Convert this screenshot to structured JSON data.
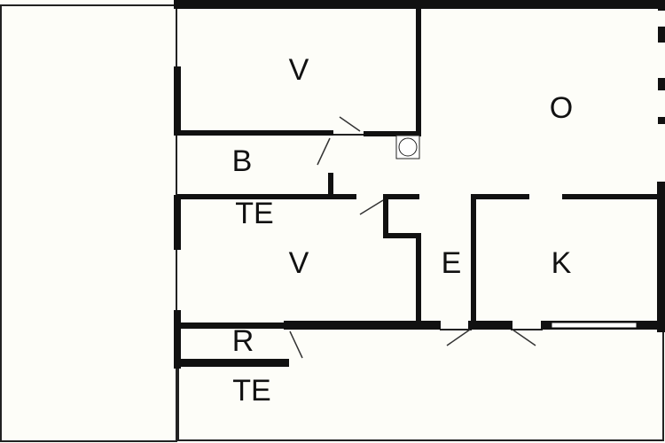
{
  "colors": {
    "background": "#fdfdf8",
    "wall": "#111111",
    "outline": "#222222"
  },
  "plan": {
    "rooms": {
      "bedroom_top": "V",
      "living": "O",
      "bath": "B",
      "terrace_middle": "TE",
      "bedroom_middle": "V",
      "entry": "E",
      "kitchen": "K",
      "utility": "R",
      "terrace_bottom": "TE"
    }
  }
}
